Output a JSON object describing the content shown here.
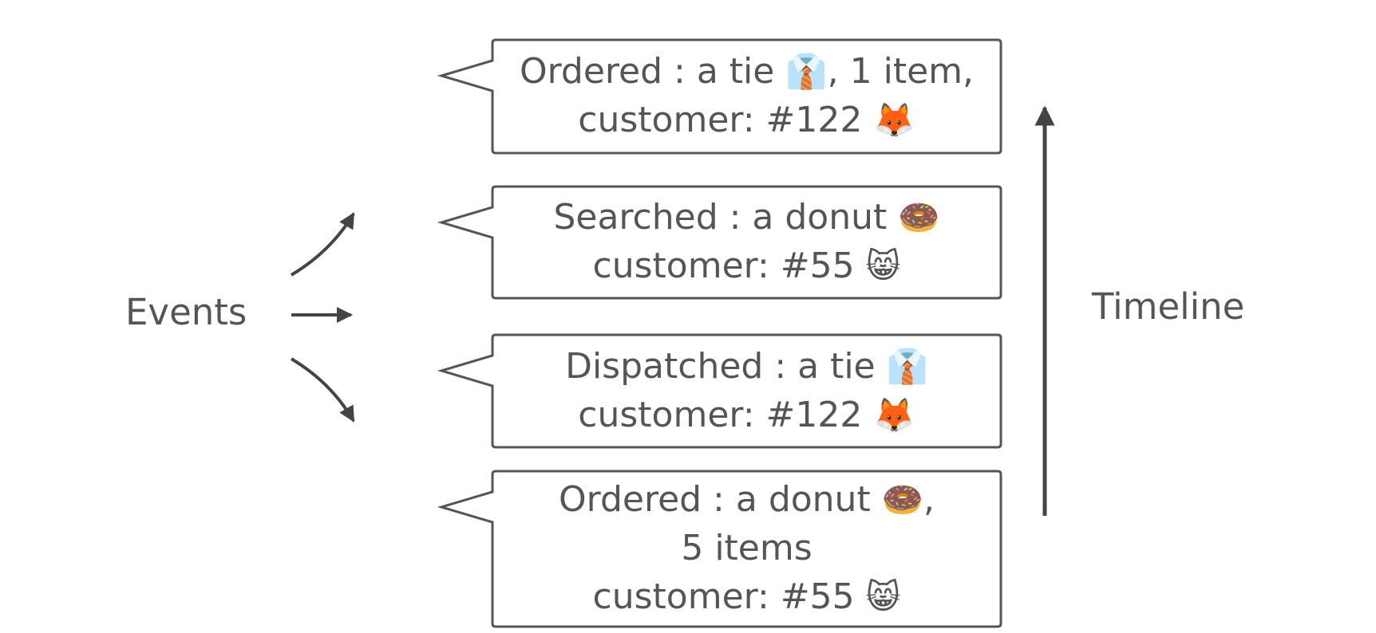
{
  "events_label": "Events",
  "timeline_label": "Timeline",
  "colors": {
    "text": "#555555",
    "stroke": "#555555",
    "arrow": "#444444",
    "fill": "#ffffff"
  },
  "events": [
    {
      "lines": [
        {
          "text": "Ordered : a tie",
          "icon": "necktie-icon",
          "glyph": "👔",
          "suffix": ", 1 item,"
        },
        {
          "text": "customer: #122",
          "icon": "fox-icon",
          "glyph": "🦊",
          "suffix": ""
        }
      ]
    },
    {
      "lines": [
        {
          "text": "Searched : a donut",
          "icon": "donut-icon",
          "glyph": "🍩",
          "suffix": ""
        },
        {
          "text": "customer: #55",
          "icon": "smiling-cat-icon",
          "glyph": "😸",
          "suffix": ""
        }
      ]
    },
    {
      "lines": [
        {
          "text": "Dispatched : a tie",
          "icon": "necktie-icon",
          "glyph": "👔",
          "suffix": ""
        },
        {
          "text": "customer: #122",
          "icon": "fox-icon",
          "glyph": "🦊",
          "suffix": ""
        }
      ]
    },
    {
      "lines": [
        {
          "text": "Ordered : a donut",
          "icon": "donut-icon",
          "glyph": "🍩",
          "suffix": ","
        },
        {
          "text": "5 items",
          "icon": "",
          "glyph": "",
          "suffix": ""
        },
        {
          "text": "customer: #55",
          "icon": "smiling-cat-icon",
          "glyph": "😸",
          "suffix": ""
        }
      ]
    }
  ]
}
